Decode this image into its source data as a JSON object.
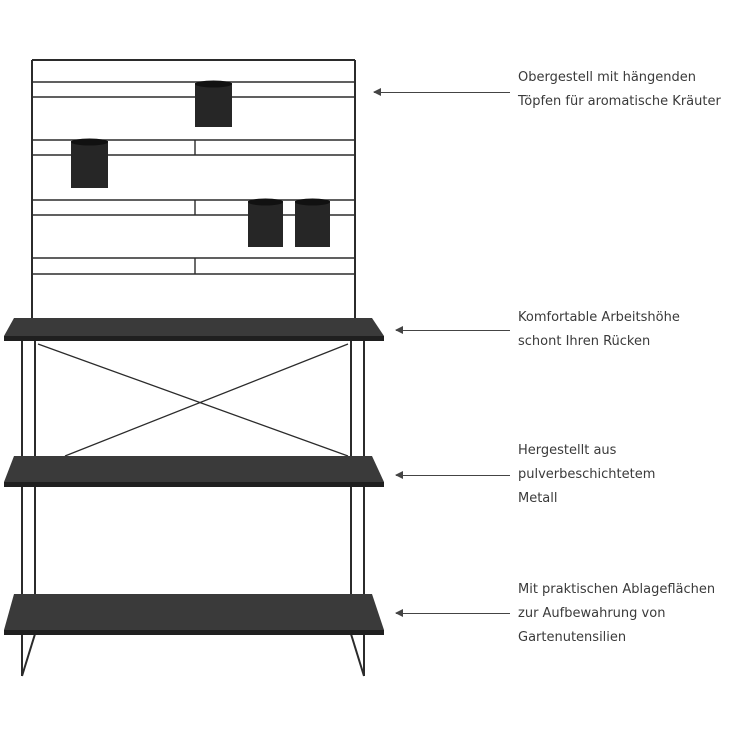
{
  "callouts": [
    {
      "lines": [
        "Obergestell mit hängenden",
        "Töpfen für aromatische Kräuter"
      ]
    },
    {
      "lines": [
        "Komfortable Arbeitshöhe",
        "schont Ihren Rücken"
      ]
    },
    {
      "lines": [
        "Hergestellt aus",
        "pulverbeschichtetem",
        "Metall"
      ]
    },
    {
      "lines": [
        "Mit praktischen Ablageflächen",
        "zur Aufbewahrung von",
        "Gartenutensilien"
      ]
    }
  ],
  "colors": {
    "metal": "#2b2b2b",
    "shelf_top": "#3a3a3a",
    "shelf_edge": "#1f1f1f",
    "text": "#3a3a3a",
    "background": "#ffffff"
  }
}
